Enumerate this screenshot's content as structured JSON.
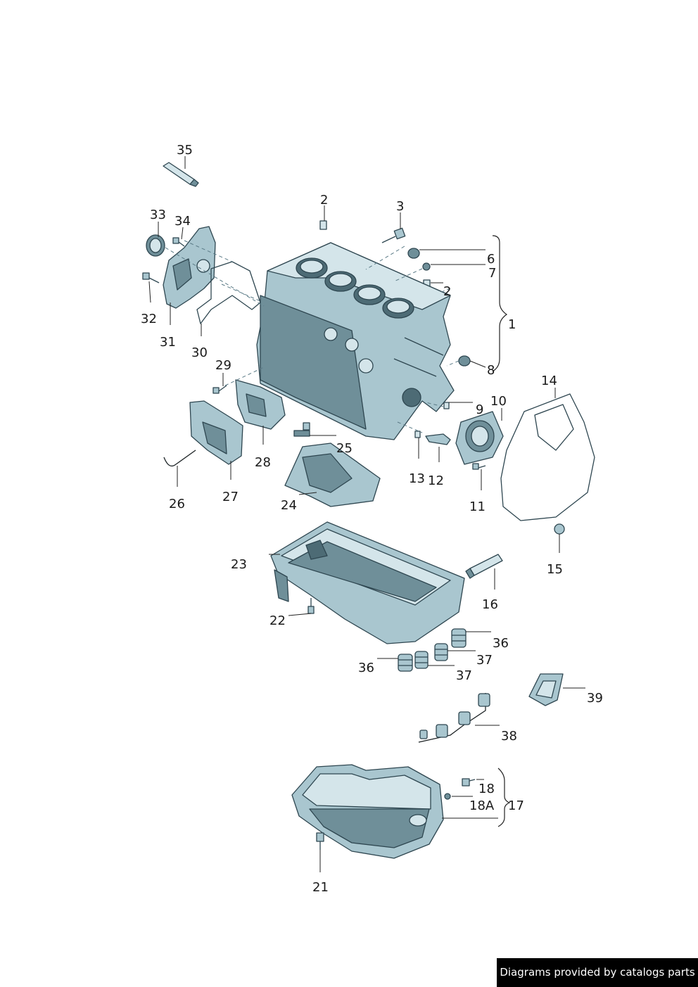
{
  "callouts": {
    "c1": "1",
    "c2a": "2",
    "c2b": "2",
    "c3": "3",
    "c6": "6",
    "c7": "7",
    "c8": "8",
    "c9": "9",
    "c10": "10",
    "c11": "11",
    "c12": "12",
    "c13": "13",
    "c14": "14",
    "c15": "15",
    "c16": "16",
    "c17": "17",
    "c18": "18",
    "c18a": "18A",
    "c21": "21",
    "c22": "22",
    "c23": "23",
    "c24": "24",
    "c25": "25",
    "c26": "26",
    "c27": "27",
    "c28": "28",
    "c29": "29",
    "c30": "30",
    "c31": "31",
    "c32": "32",
    "c33": "33",
    "c34": "34",
    "c35": "35",
    "c36a": "36",
    "c36b": "36",
    "c37a": "37",
    "c37b": "37",
    "c38": "38",
    "c39": "39"
  },
  "credit": "Diagrams provided by catalogs parts",
  "colors": {
    "part_fill": "#a9c6cf",
    "part_stroke": "#2e4650",
    "credit_bg": "#000000"
  }
}
